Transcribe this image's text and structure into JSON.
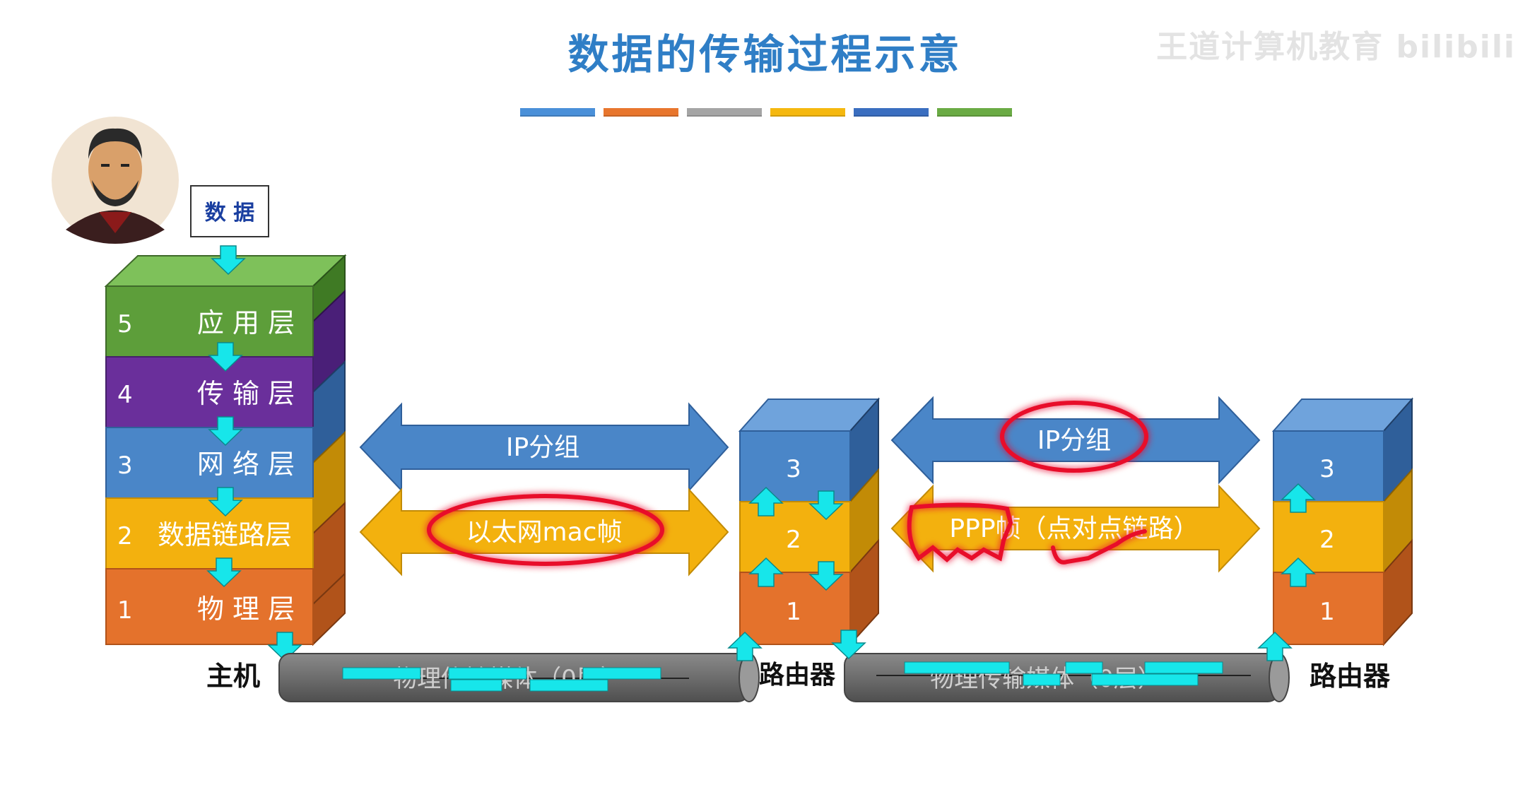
{
  "title": "数据的传输过程示意",
  "watermark": "王道计算机教育  bilibili",
  "colors": {
    "title": "#2f7ec6",
    "layer5": "#5d9e3a",
    "layer4": "#6a2f9b",
    "layer3": "#4a86c8",
    "layer2": "#f3b10e",
    "layer1": "#e4722c",
    "arrow_cyan": "#17e6ea",
    "annotation": "#e8102a",
    "cable": "#6d6d6d"
  },
  "color_bar": [
    "#4a90d9",
    "#e8762d",
    "#a5a5a5",
    "#f5b80f",
    "#3a6ec0",
    "#6aab44"
  ],
  "data_box_label": "数 据",
  "host": {
    "label": "主机",
    "layers": [
      {
        "num": "5",
        "name": "应 用 层"
      },
      {
        "num": "4",
        "name": "传 输 层"
      },
      {
        "num": "3",
        "name": "网 络 层"
      },
      {
        "num": "2",
        "name": "数据链路层"
      },
      {
        "num": "1",
        "name": "物 理 层"
      }
    ]
  },
  "router1": {
    "label": "路由器",
    "layers": [
      "3",
      "2",
      "1"
    ]
  },
  "router2": {
    "label": "路由器",
    "layers": [
      "3",
      "2",
      "1"
    ]
  },
  "link1": {
    "top_arrow": "IP分组",
    "bottom_arrow": "以太网mac帧",
    "medium": "物理传输媒体（0层）"
  },
  "link2": {
    "top_arrow": "IP分组",
    "bottom_arrow": "PPP帧（点对点链路）",
    "medium": "物理传输媒体（0层）"
  }
}
